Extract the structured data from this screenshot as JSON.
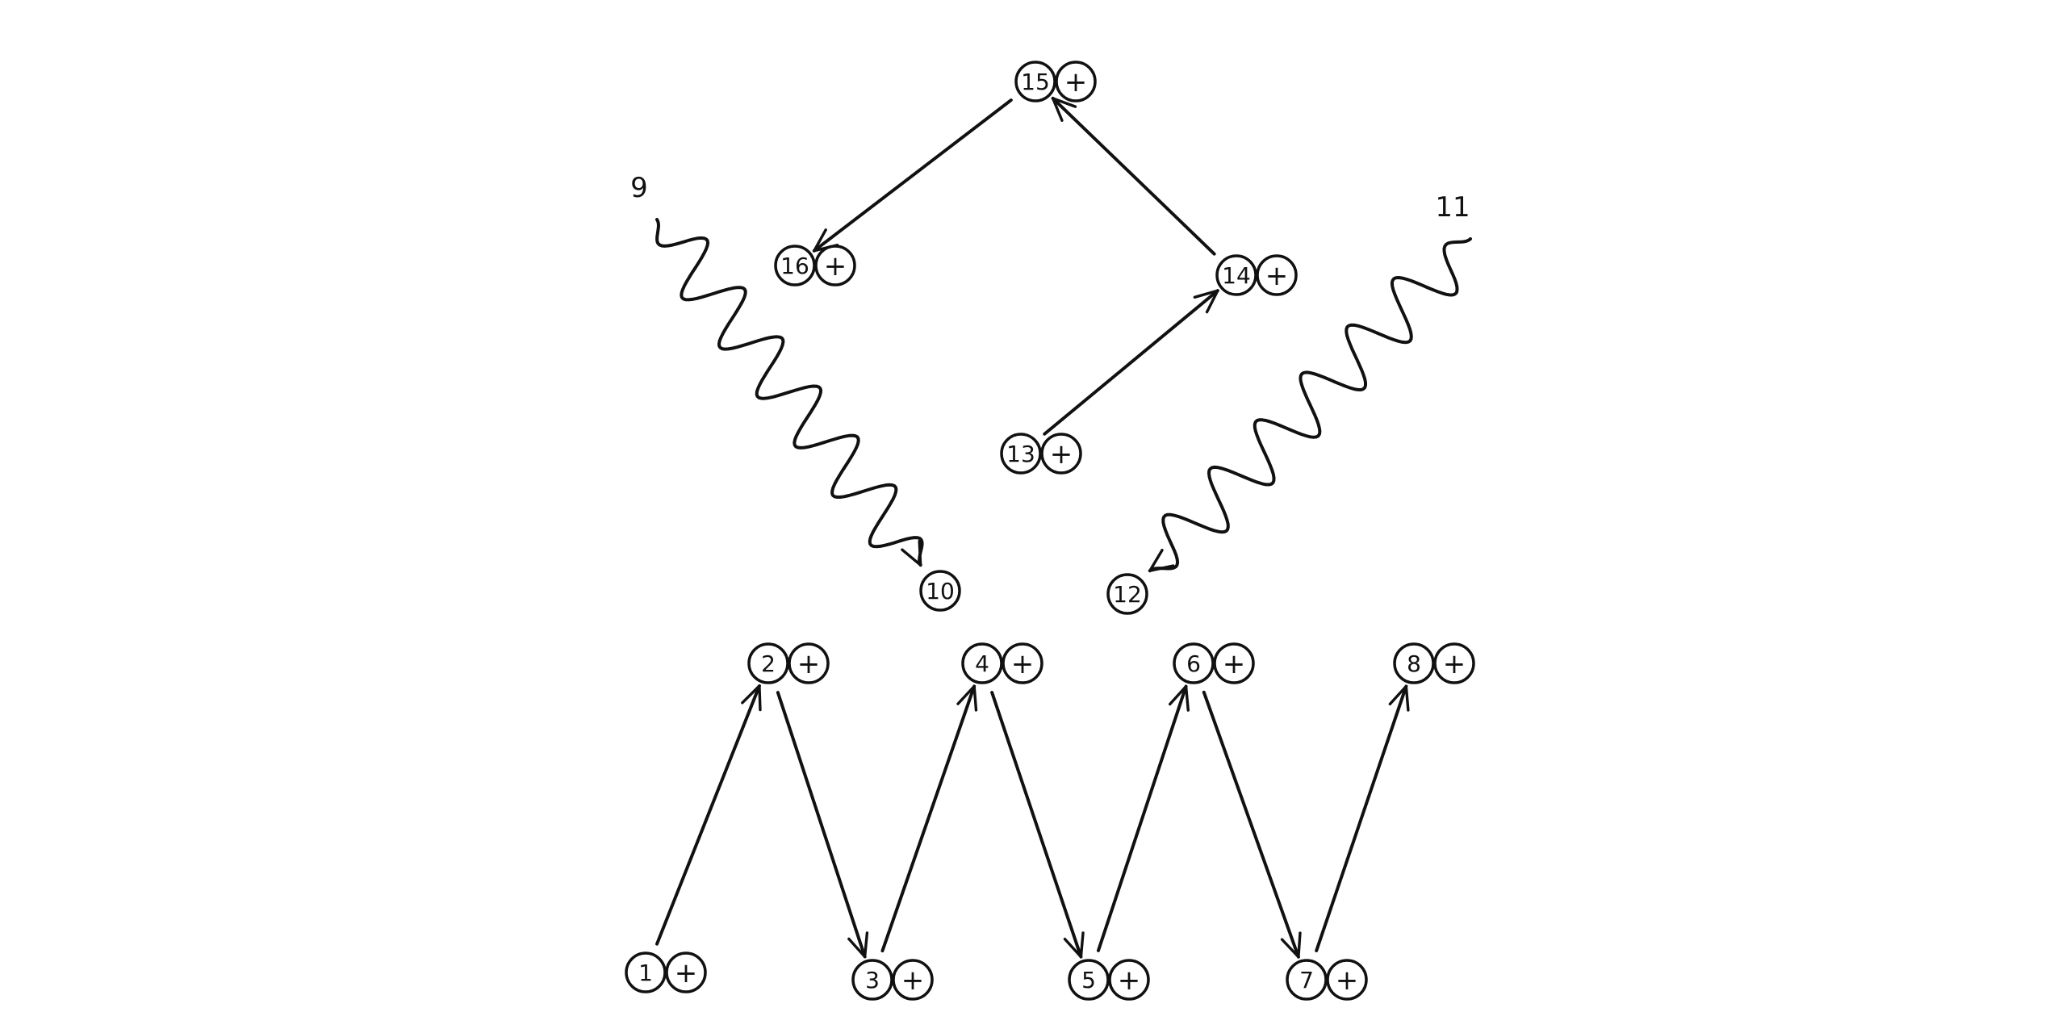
{
  "colors": {
    "ink": "#111111",
    "background": "#ffffff"
  },
  "charge_symbol": "+",
  "nodes": [
    {
      "id": "1",
      "label": "1",
      "charged": true
    },
    {
      "id": "2",
      "label": "2",
      "charged": true
    },
    {
      "id": "3",
      "label": "3",
      "charged": true
    },
    {
      "id": "4",
      "label": "4",
      "charged": true
    },
    {
      "id": "5",
      "label": "5",
      "charged": true
    },
    {
      "id": "6",
      "label": "6",
      "charged": true
    },
    {
      "id": "7",
      "label": "7",
      "charged": true
    },
    {
      "id": "8",
      "label": "8",
      "charged": true
    },
    {
      "id": "10",
      "label": "10",
      "charged": false
    },
    {
      "id": "12",
      "label": "12",
      "charged": false
    },
    {
      "id": "13",
      "label": "13",
      "charged": true
    },
    {
      "id": "14",
      "label": "14",
      "charged": true
    },
    {
      "id": "15",
      "label": "15",
      "charged": true
    },
    {
      "id": "16",
      "label": "16",
      "charged": true
    }
  ],
  "free_labels": [
    {
      "id": "9",
      "label": "9"
    },
    {
      "id": "11",
      "label": "11"
    }
  ],
  "arrows": [
    {
      "from": "1",
      "to": "2"
    },
    {
      "from": "2",
      "to": "3"
    },
    {
      "from": "3",
      "to": "4"
    },
    {
      "from": "4",
      "to": "5"
    },
    {
      "from": "5",
      "to": "6"
    },
    {
      "from": "6",
      "to": "7"
    },
    {
      "from": "7",
      "to": "8"
    },
    {
      "from": "13",
      "to": "14"
    },
    {
      "from": "14",
      "to": "15"
    },
    {
      "from": "15",
      "to": "16"
    }
  ],
  "wavy_arrows": [
    {
      "from": "9",
      "to": "10"
    },
    {
      "from": "11",
      "to": "12"
    }
  ]
}
